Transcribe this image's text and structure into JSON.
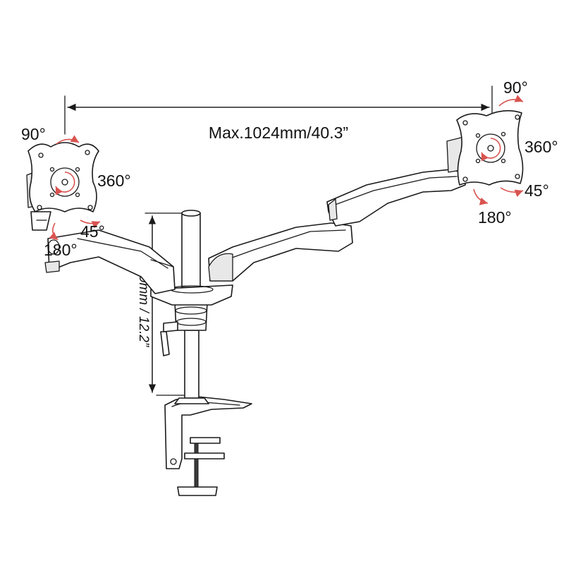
{
  "labels": {
    "width_dimension": "Max.1024mm/40.3”",
    "height_dimension": "310mm / 12.2”",
    "left_tilt": "90°",
    "left_rotate": "360°",
    "left_swivel": "45°",
    "left_pivot": "180°",
    "right_tilt": "90°",
    "right_rotate": "360°",
    "right_swivel": "45°",
    "right_pivot": "180°"
  },
  "colors": {
    "line": "#1a1a1a",
    "rotation_arrow": "#d9534f",
    "background": "#ffffff"
  }
}
